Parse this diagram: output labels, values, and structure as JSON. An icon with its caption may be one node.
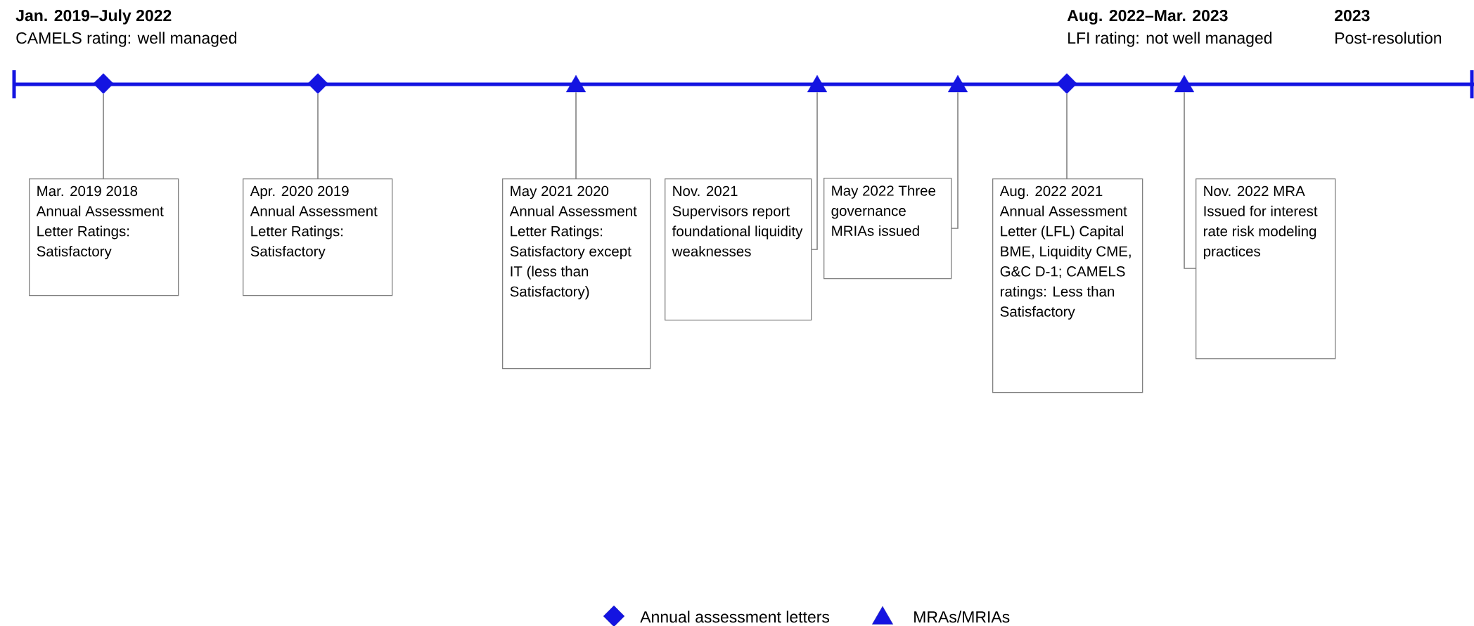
{
  "diagram": {
    "nodes": [
      {
        "text": [],
        "shape": "diamond"
      },
      {
        "text": [],
        "shape": "diamond"
      },
      {
        "text": [],
        "shape": "triangle"
      },
      {
        "text": [],
        "shape": "triangle"
      },
      {
        "text": [],
        "shape": "triangle"
      },
      {
        "text": [],
        "shape": "diamond"
      },
      {
        "text": [],
        "shape": "triangle"
      },
      {
        "text": [
          "Mar. 2019 2018 Annual Assessment Letter Ratings: Satisfactory"
        ]
      },
      {
        "text": [
          "Apr. 2020 2019 Annual Assessment Letter Ratings: Satisfactory"
        ]
      },
      {
        "text": [
          "May 2021 2020 Annual Assessment Letter Ratings: Satisfactory except IT (less than Satisfactory)"
        ]
      },
      {
        "text": [
          "Nov. 2021 Supervisors report foundational liquidity weaknesses"
        ]
      },
      {
        "text": [
          "May 2022 Three governance MRIAs issued"
        ]
      },
      {
        "text": [
          "Aug. 2022 2021 Annual Assessment Letter (LFL) Capital BME, Liquidity CME, G&C D-1; CAMELS ratings: Less than Satisfactory"
        ]
      },
      {
        "text": [
          "Nov. 2022 MRA Issued for interest rate risk modeling practices"
        ]
      }
    ],
    "edges": [
      {
        "from": 0,
        "to": 7,
        "arrow": "none"
      },
      {
        "from": 1,
        "to": 8,
        "arrow": "none"
      },
      {
        "from": 2,
        "to": 9,
        "arrow": "none"
      },
      {
        "from": 3,
        "to": 10,
        "arrow": "none"
      },
      {
        "from": 4,
        "to": 11,
        "arrow": "none"
      },
      {
        "from": 5,
        "to": 12,
        "arrow": "none"
      },
      {
        "from": 6,
        "to": 13,
        "arrow": "none"
      }
    ],
    "labels": [
      "Jan. 2019–July 2022",
      "CAMELS rating: well managed",
      "Aug. 2022–Mar. 2023",
      "LFI rating: not well managed",
      "2023",
      "Post-resolution"
    ],
    "legend": [
      {
        "text": "Annual assessment letters"
      },
      {
        "text": "MRAs/MRIAs"
      }
    ]
  }
}
